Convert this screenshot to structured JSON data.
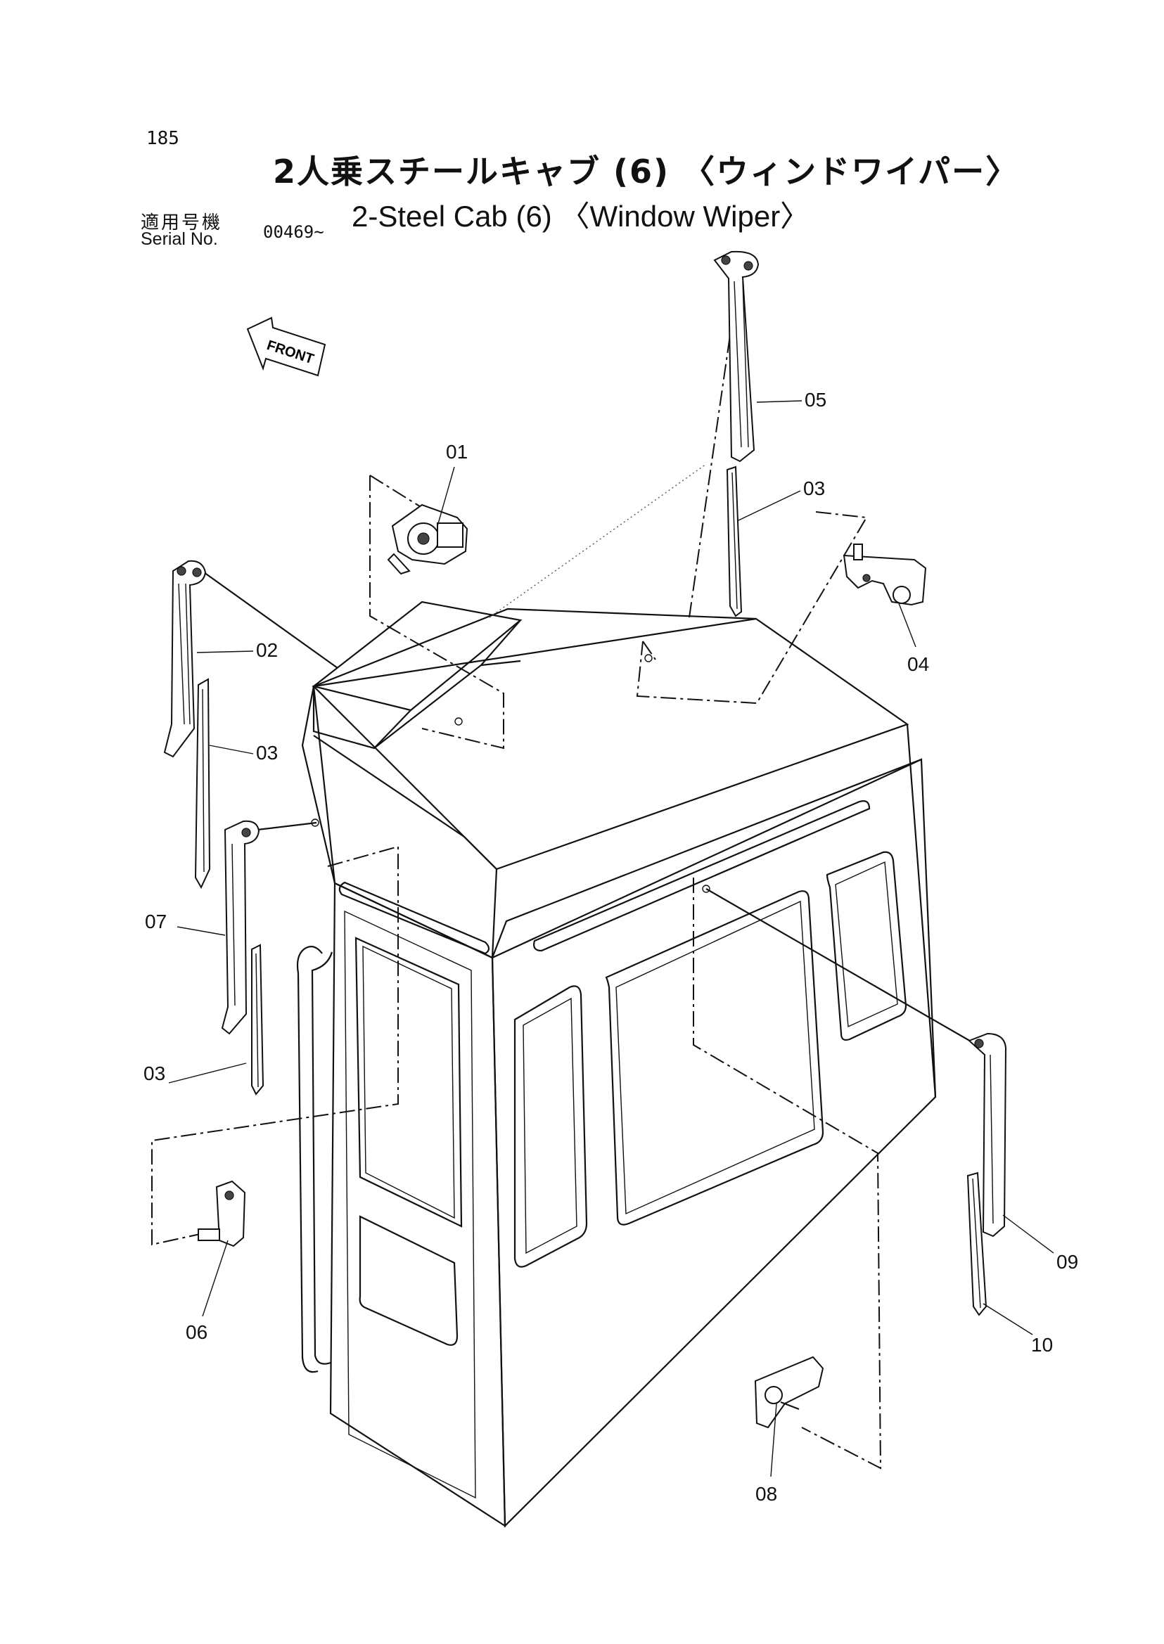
{
  "page": {
    "number": "185",
    "title_ja": "2人乗スチールキャブ (6) 〈ウィンドワイパー〉",
    "title_en": "2-Steel Cab (6) 〈Window Wiper〉",
    "serial_label_ja": "適用号機",
    "serial_label_en": "Serial No.",
    "serial_number": "00469~"
  },
  "diagram": {
    "front_arrow_label": "FRONT",
    "callouts": [
      "01",
      "02",
      "03",
      "03",
      "03",
      "04",
      "05",
      "06",
      "07",
      "08",
      "09",
      "10"
    ]
  }
}
